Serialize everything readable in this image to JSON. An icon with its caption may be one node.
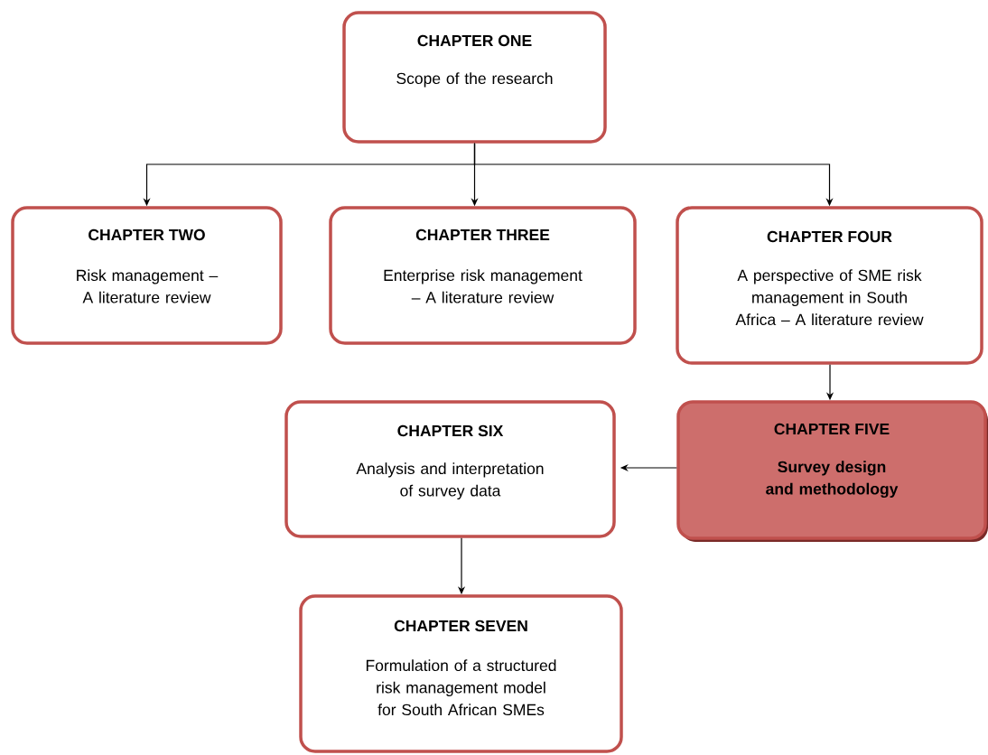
{
  "diagram": {
    "nodes": [
      {
        "text": [
          "CHAPTER ONE",
          "Scope of the research"
        ]
      },
      {
        "text": [
          "CHAPTER TWO",
          "Risk management – A literature review"
        ]
      },
      {
        "text": [
          "CHAPTER THREE",
          "Enterprise risk management – A literature review"
        ]
      },
      {
        "text": [
          "CHAPTER FOUR",
          "A perspective of SME risk management in South Africa – A literature review"
        ]
      },
      {
        "text": [
          "CHAPTER FIVE",
          "Survey design and methodology"
        ]
      },
      {
        "text": [
          "CHAPTER SIX",
          "Analysis and interpretation of survey data"
        ]
      },
      {
        "text": [
          "CHAPTER SEVEN",
          "Formulation of a structured risk management model for South African SMEs"
        ]
      }
    ],
    "edges": [
      {
        "from": 0,
        "to": 1,
        "arrow": "to"
      },
      {
        "from": 0,
        "to": 2,
        "arrow": "to"
      },
      {
        "from": 0,
        "to": 3,
        "arrow": "to"
      },
      {
        "from": 3,
        "to": 4,
        "arrow": "to"
      },
      {
        "from": 4,
        "to": 5,
        "arrow": "to"
      },
      {
        "from": 5,
        "to": 6,
        "arrow": "to"
      }
    ]
  }
}
